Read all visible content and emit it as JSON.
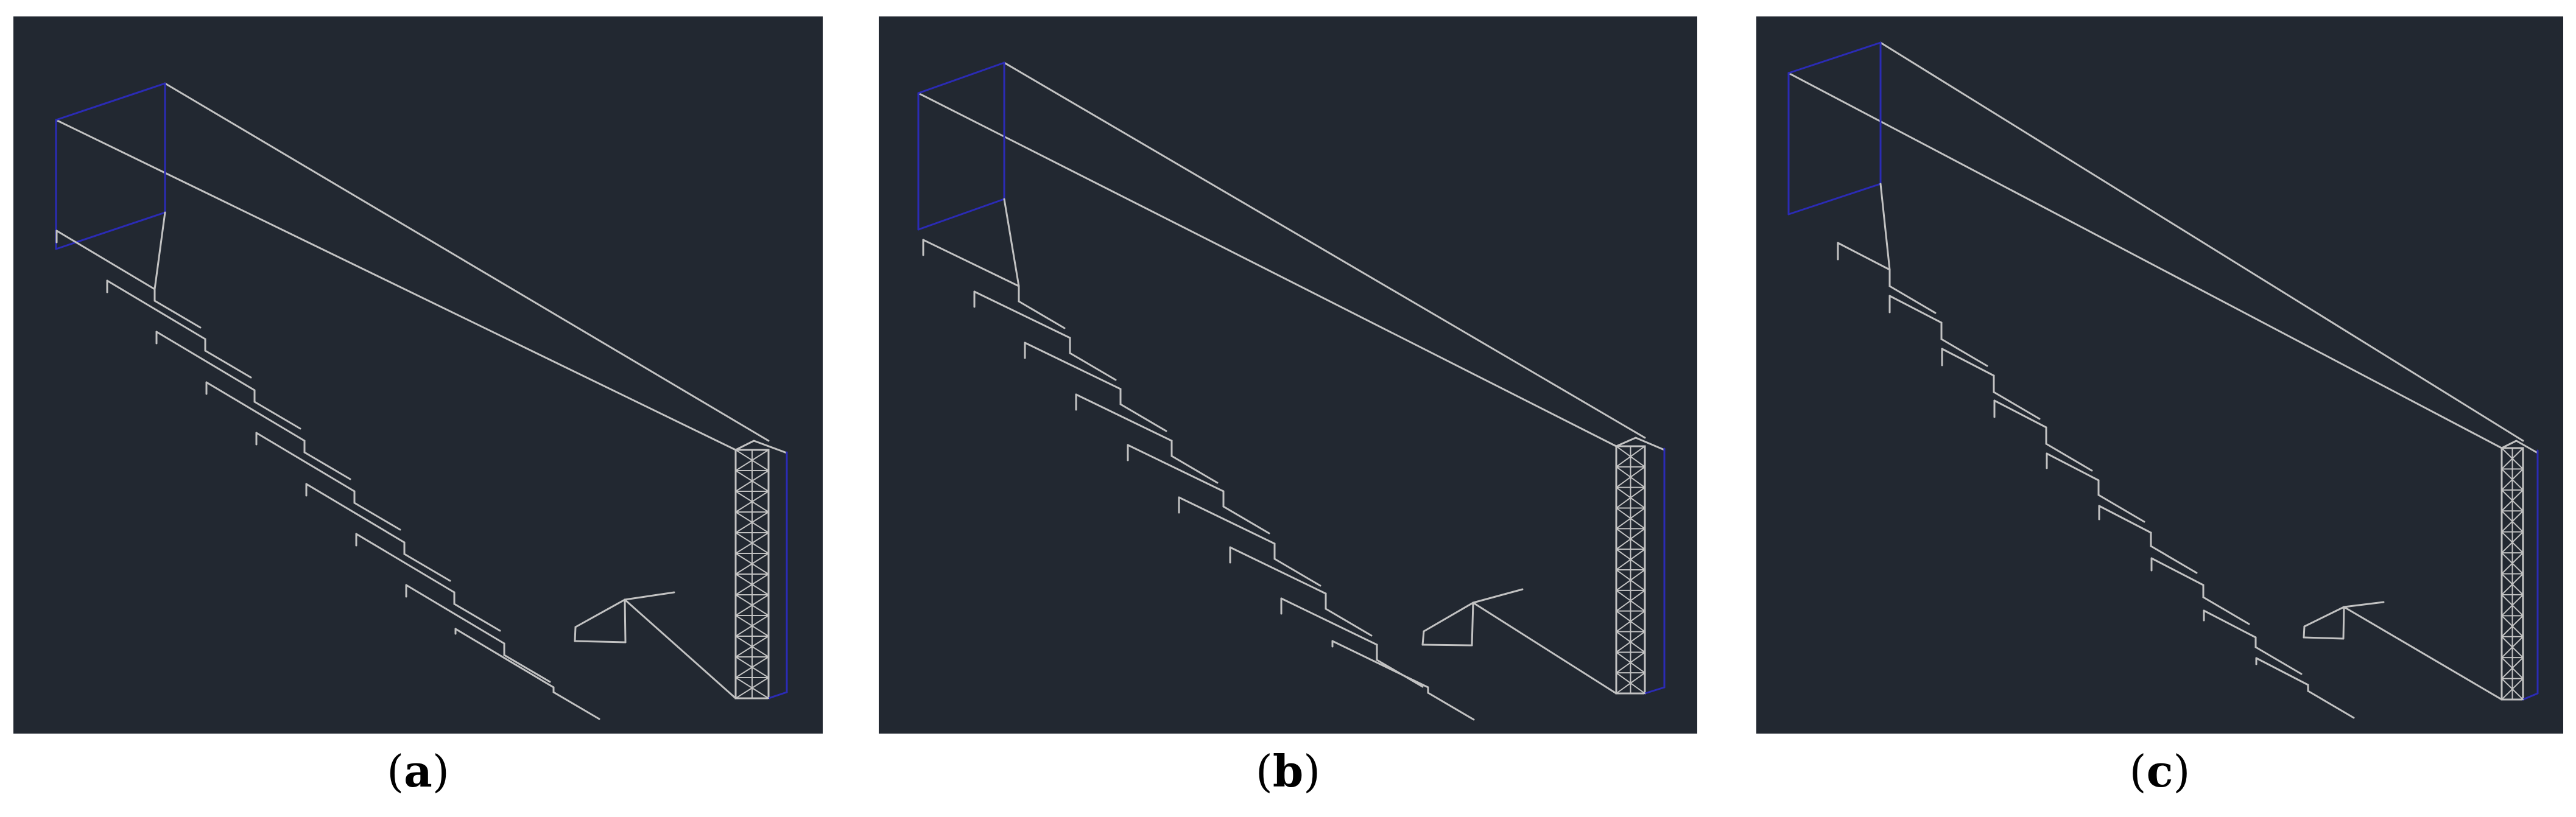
{
  "colors": {
    "background": "#222831",
    "wire": "#c2c2c2",
    "boundary": "#2b2bb5",
    "caption_text": "#000000"
  },
  "panels": [
    {
      "id": "a",
      "caption_open": "(",
      "caption_letter": "a",
      "caption_close": ")",
      "step_count": 9
    },
    {
      "id": "b",
      "caption_open": "(",
      "caption_letter": "b",
      "caption_close": ")",
      "step_count": 9
    },
    {
      "id": "c",
      "caption_open": "(",
      "caption_letter": "c",
      "caption_close": ")",
      "step_count": 9
    }
  ]
}
